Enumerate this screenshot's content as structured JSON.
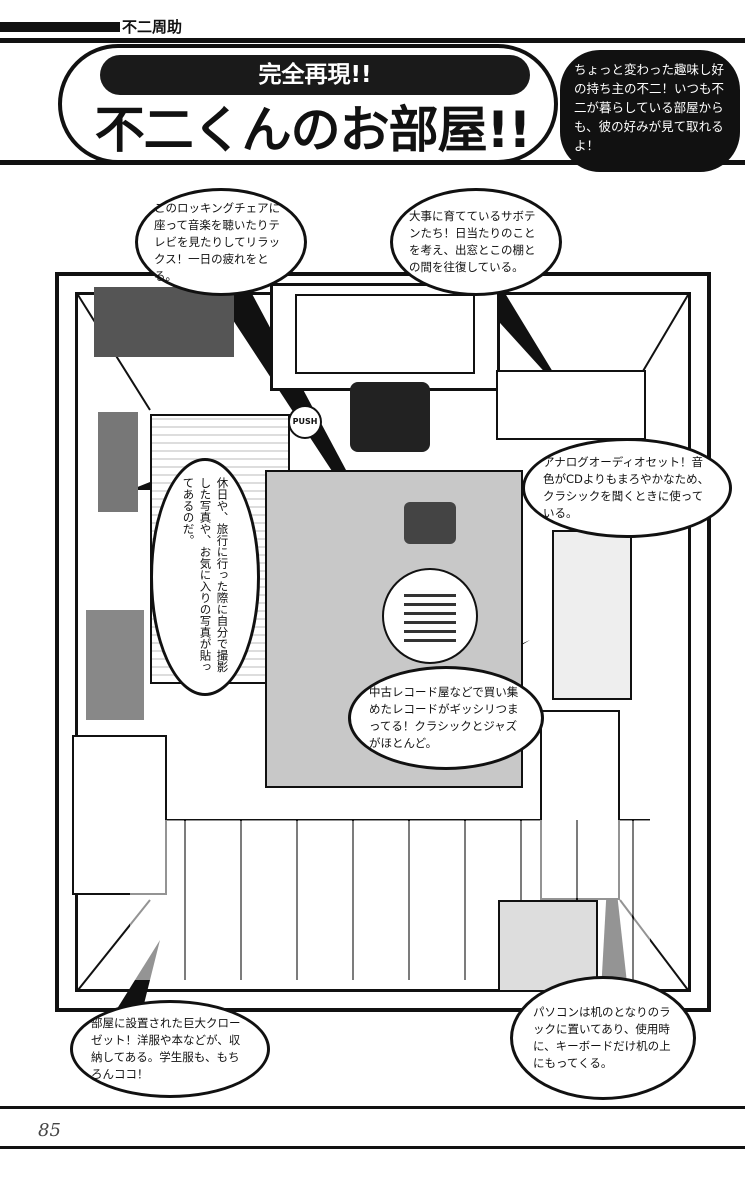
{
  "header": {
    "character_name": "不二周助"
  },
  "title": {
    "tagline": "完全再現!!",
    "main": "不二くんのお部屋!!"
  },
  "intro": "ちょっと変わった趣味し好の持ち主の不二！いつも不二が暮らしている部屋からも、彼の好みが見て取れるよ！",
  "callouts": {
    "rocking_chair": "このロッキングチェアに座って音楽を聴いたりテレビを見たりしてリラックス！一日の疲れをとる。",
    "cactus": "大事に育てているサボテンたち！日当たりのことを考え、出窓とこの棚との間を往復している。",
    "audio_set": "アナログオーディオセット！音色がCDよりもまろやかなため、クラシックを聞くときに使っている。",
    "photos": "休日や、旅行に行った際に自分で撮影した写真や、お気に入りの写真が貼ってあるのだ。",
    "records": "中古レコード屋などで買い集めたレコードがギッシリつまってる！クラシックとジャズがほとんど。",
    "closet": "部屋に設置された巨大クローゼット！洋服や本などが、収納してある。学生服も、もちろんココ！",
    "computer": "パソコンは机のとなりのラックに置いてあり、使用時に、キーボードだけ机の上にもってくる。"
  },
  "illustration": {
    "mug_label": "PUSH"
  },
  "page_number": "85"
}
